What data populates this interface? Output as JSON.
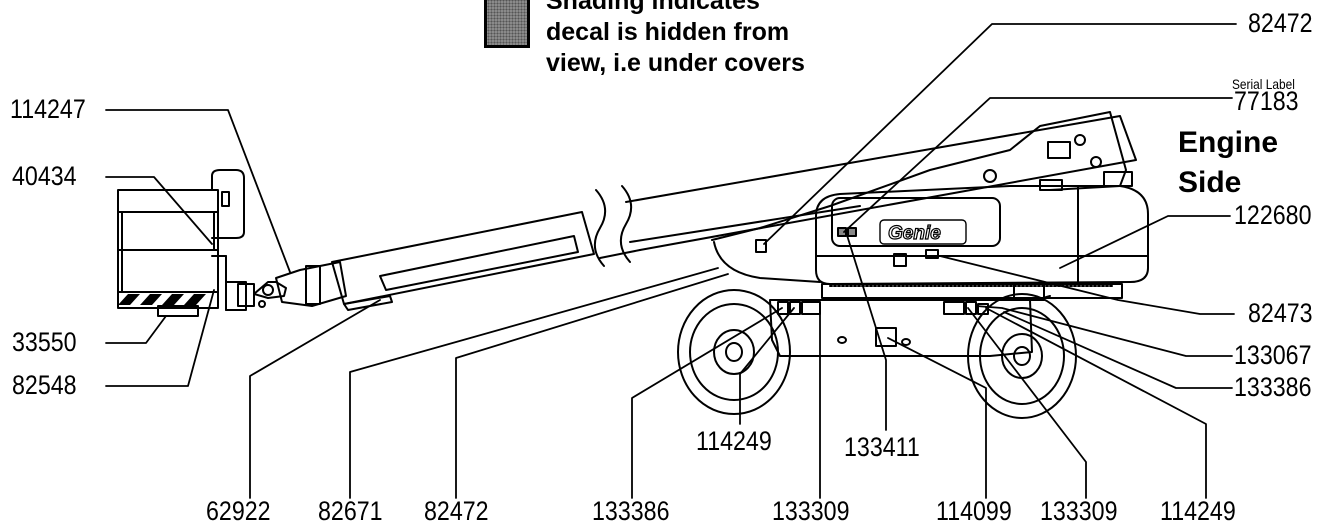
{
  "legend": {
    "lines": [
      "Shading indicates",
      "decal is hidden from",
      "view, i.e under covers"
    ]
  },
  "engine_side": {
    "line1": "Engine",
    "line2": "Side"
  },
  "serial_label_caption": "Serial Label",
  "brand_logo_text": "Genie",
  "callouts": {
    "c114247": "114247",
    "c40434": "40434",
    "c33550": "33550",
    "c82548": "82548",
    "c82472_top": "82472",
    "c77183": "77183",
    "c122680": "122680",
    "c82473": "82473",
    "c133067": "133067",
    "c133386_right": "133386",
    "c62922": "62922",
    "c82671": "82671",
    "c82472_bottom": "82472",
    "c133386_bottom": "133386",
    "c114249_mid": "114249",
    "c133309_left": "133309",
    "c133411": "133411",
    "c114099": "114099",
    "c133309_right": "133309",
    "c114249_right": "114249"
  }
}
